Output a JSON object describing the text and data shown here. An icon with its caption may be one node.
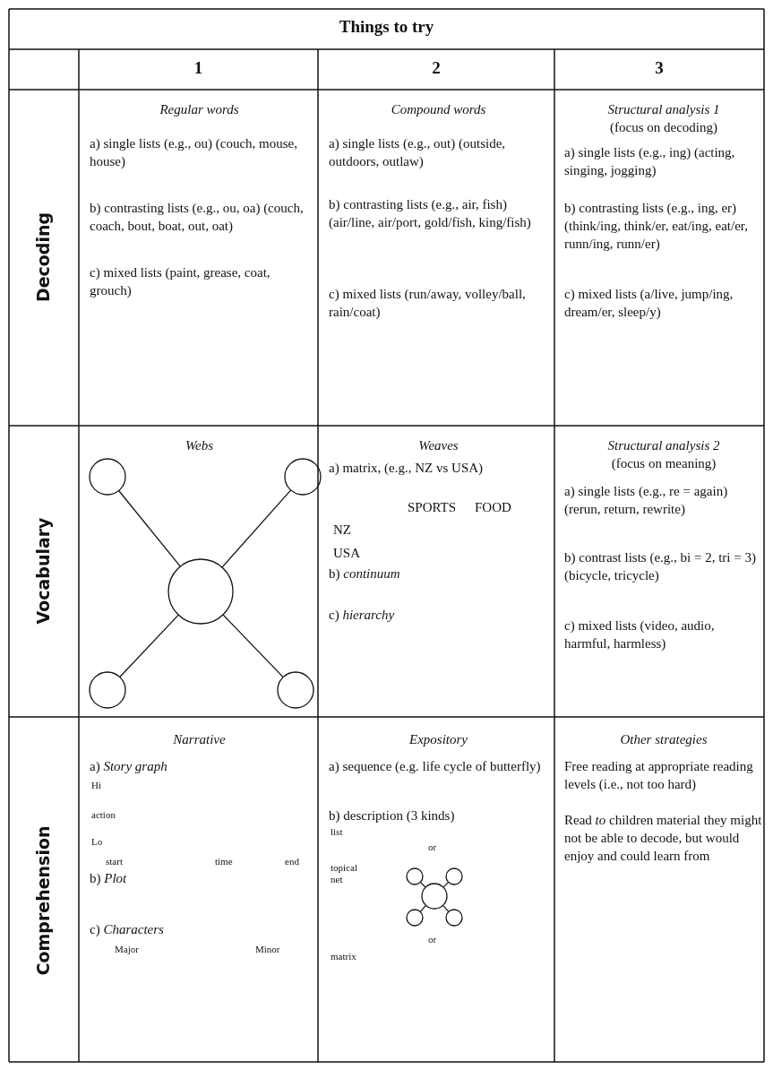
{
  "diagram": {
    "title": "Things to try",
    "nodes": [
      {
        "text": [],
        "shape": "circle"
      },
      {
        "text": [],
        "shape": "circle"
      },
      {
        "text": [],
        "shape": "circle"
      },
      {
        "text": [],
        "shape": "circle"
      },
      {
        "text": [],
        "shape": "circle"
      },
      {
        "text": [],
        "shape": "circle"
      },
      {
        "text": [],
        "shape": "circle"
      },
      {
        "text": [],
        "shape": "circle"
      },
      {
        "text": [],
        "shape": "circle"
      },
      {
        "text": [],
        "shape": "circle"
      }
    ],
    "edges": [
      {
        "from": 2,
        "to": 0,
        "arrow": "none"
      },
      {
        "from": 2,
        "to": 1,
        "arrow": "none"
      },
      {
        "from": 2,
        "to": 3,
        "arrow": "none"
      },
      {
        "from": 2,
        "to": 4,
        "arrow": "none"
      },
      {
        "from": 7,
        "to": 5,
        "arrow": "none"
      },
      {
        "from": 7,
        "to": 6,
        "arrow": "none"
      },
      {
        "from": 7,
        "to": 8,
        "arrow": "none"
      },
      {
        "from": 7,
        "to": 9,
        "arrow": "none"
      }
    ],
    "labels": [
      "1",
      "2",
      "3",
      "Decoding",
      "Regular words",
      "a) single lists (e.g., ou) (couch, mouse, house)",
      "b) contrasting lists (e.g., ou, oa) (couch, coach, bout, boat, out, oat)",
      "c) mixed lists (paint, grease, coat, grouch)",
      "Compound words",
      "a) single lists (e.g., out) (outside, outdoors, outlaw)",
      "b) contrasting lists (e.g., air, fish) (air/line, air/port, gold/fish, king/fish)",
      "c) mixed lists (run/away, volley/ball, rain/coat)",
      "Structural analysis 1",
      "(focus on decoding)",
      "a) single lists (e.g., ing) (acting, singing, jogging)",
      "b) contrasting lists (e.g., ing, er) (think/ing, think/er, eat/ing, eat/er, runn/ing, runn/er)",
      "c) mixed lists (a/live, jump/ing, dream/er, sleep/y)",
      "Vocabulary",
      "Webs",
      "Weaves",
      "a) matrix, (e.g., NZ vs USA)",
      "SPORTS",
      "FOOD",
      "NZ",
      "USA",
      "b) *continuum*",
      "c) *hierarchy*",
      "Structural analysis 2",
      "(focus on meaning)",
      "a) single lists (e.g., re = again) (rerun, return, rewrite)",
      "b) contrast lists (e.g., bi = 2, tri = 3) (bicycle, tricycle)",
      "c) mixed lists (video, audio, harmful, harmless)",
      "Comprehension",
      "Narrative",
      "a) *Story graph*",
      "Hi",
      "action",
      "Lo",
      "start",
      "time",
      "end",
      "b) *Plot*",
      "c) *Characters*",
      "Major",
      "Minor",
      "Expository",
      "a) sequence (e.g. life cycle of butterfly)",
      "b) description (3 kinds)",
      "list",
      "or",
      "topical net",
      "or",
      "matrix",
      "Other strategies",
      "Free reading at appropriate reading levels (i.e., not too hard)",
      "Read *to* children material they might not be able to decode, but would enjoy and could learn from"
    ]
  }
}
